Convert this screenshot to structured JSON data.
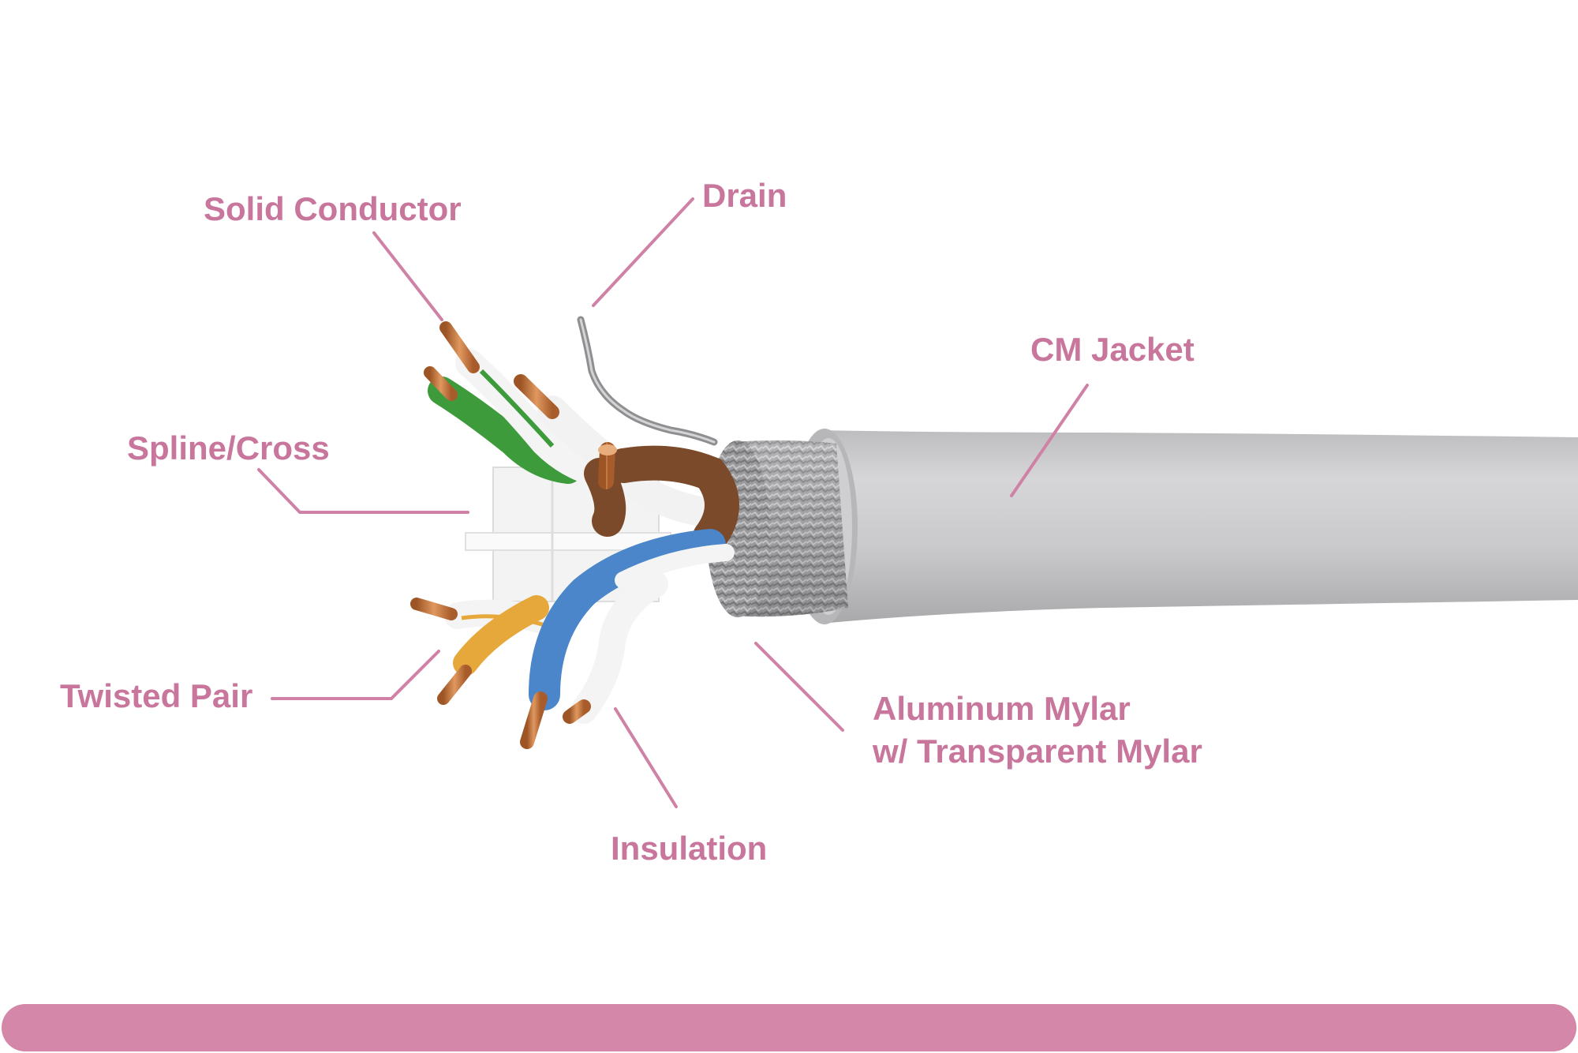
{
  "labels": {
    "solid_conductor": "Solid Conductor",
    "drain": "Drain",
    "cm_jacket": "CM Jacket",
    "spline_cross": "Spline/Cross",
    "twisted_pair": "Twisted Pair",
    "aluminum_mylar_line1": "Aluminum Mylar",
    "aluminum_mylar_line2": "w/ Transparent Mylar",
    "insulation": "Insulation"
  },
  "colors": {
    "label_text": "#c8769c",
    "leader_line": "#cf82a6",
    "bottom_bar": "#d487a8",
    "jacket": "#cdcdcf",
    "foil": "#a9a9ab",
    "copper": "#c9773f",
    "green_wire": "#3e9b3c",
    "brown_wire": "#7a4a2a",
    "blue_wire": "#4a86c9",
    "orange_wire": "#e7a83b",
    "spline": "#f3f3f3"
  }
}
